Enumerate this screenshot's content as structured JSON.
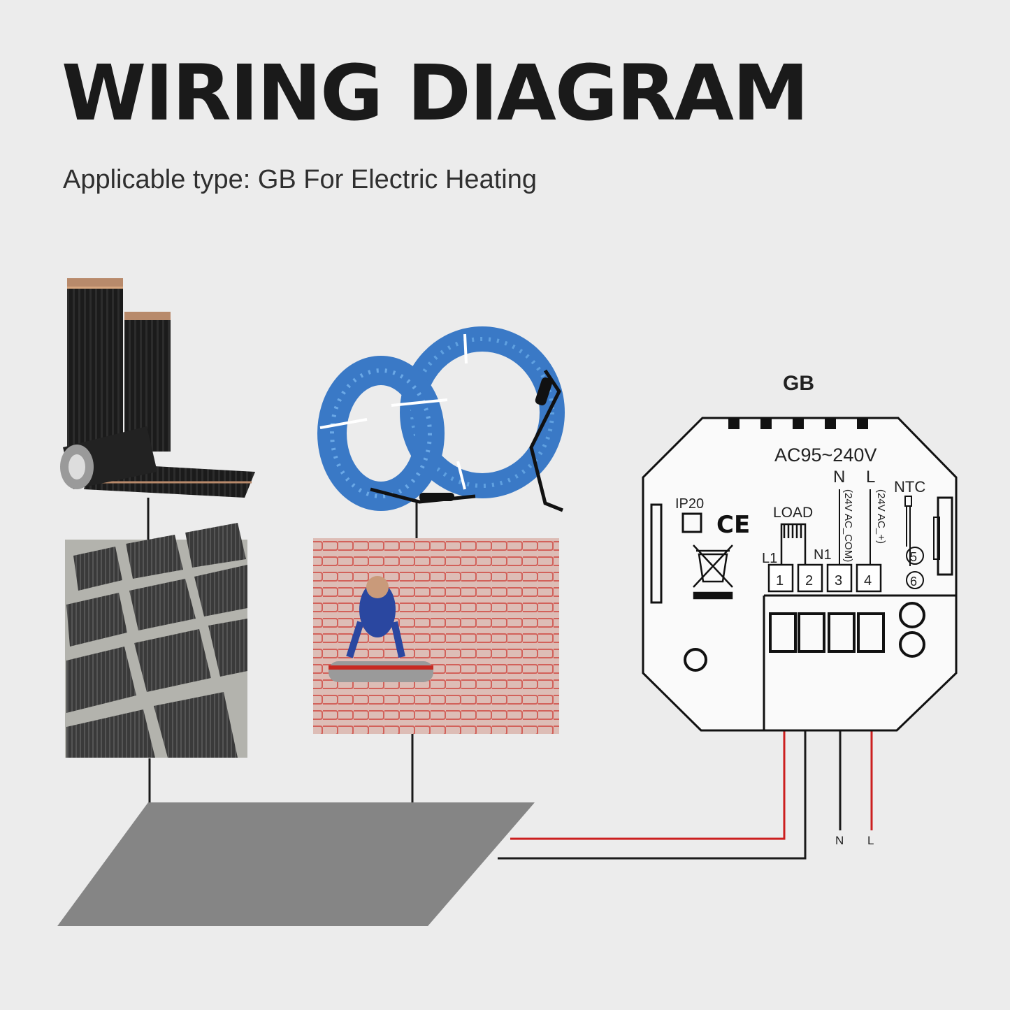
{
  "header": {
    "title": "WIRING DIAGRAM",
    "subtitle": "Applicable type: GB For Electric Heating"
  },
  "device": {
    "model": "GB",
    "voltage": "AC95~240V",
    "ip_rating": "IP20",
    "ce_mark": "CE",
    "load_label": "LOAD",
    "ntc_label": "NTC",
    "terminal_top_labels": {
      "n": "N",
      "l": "L"
    },
    "vertical_labels": {
      "ac_com": "(24V AC_COM)",
      "ac_plus": "(24V AC_+)"
    },
    "terminals": [
      {
        "number": "1",
        "label": "L1"
      },
      {
        "number": "2",
        "label": "N1"
      },
      {
        "number": "3",
        "label": ""
      },
      {
        "number": "4",
        "label": ""
      }
    ],
    "ntc_terminals": [
      "5",
      "6"
    ]
  },
  "supply": {
    "n_label": "N",
    "l_label": "L"
  },
  "colors": {
    "live_wire": "#cc1f1f",
    "neutral_wire": "#1a1a1a",
    "floor_plate": "#858585",
    "background": "#ececec",
    "cable": "#3a79c6"
  },
  "images": [
    {
      "icon": "heating-film-rolls-photo"
    },
    {
      "icon": "heating-cable-coils-photo"
    },
    {
      "icon": "heating-film-floor-photo"
    },
    {
      "icon": "heating-cable-installation-photo"
    }
  ]
}
